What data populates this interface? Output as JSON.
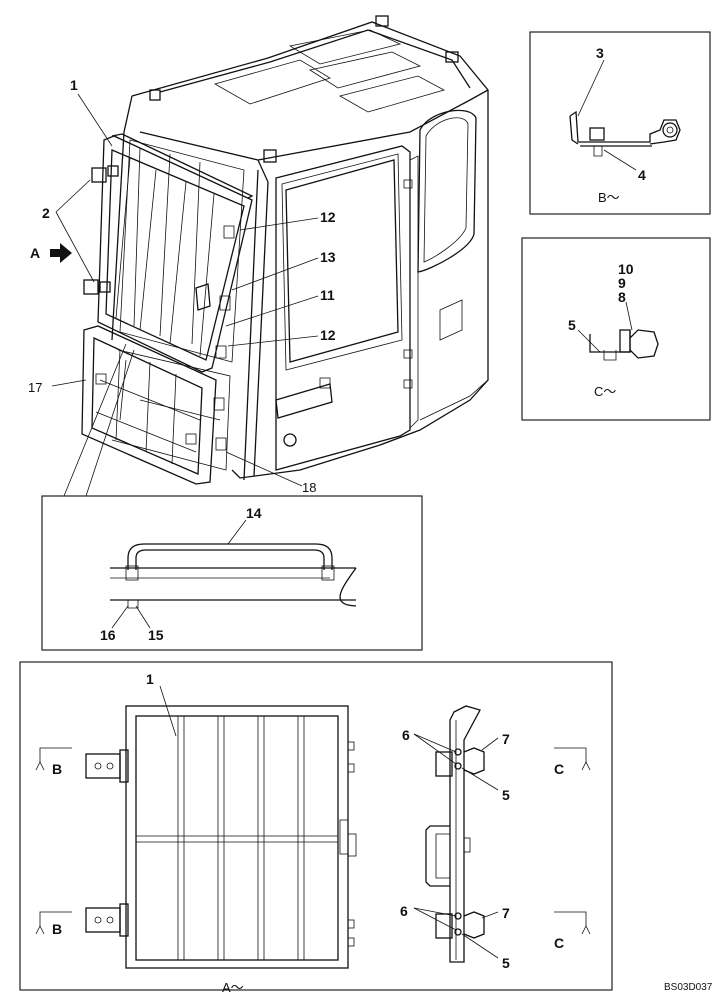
{
  "labels": {
    "main": {
      "n1": "1",
      "n2": "2",
      "n12a": "12",
      "n13": "13",
      "n11": "11",
      "n12b": "12",
      "n17": "17",
      "n18": "18",
      "arrowA": "A"
    },
    "detailB": {
      "n3": "3",
      "n4": "4",
      "caption": "B～"
    },
    "detailC": {
      "n10": "10",
      "n9": "9",
      "n8": "8",
      "n5": "5",
      "caption": "C～"
    },
    "handle": {
      "n14": "14",
      "n16": "16",
      "n15": "15"
    },
    "viewA": {
      "n1": "1",
      "b_top": "B",
      "b_bottom": "B",
      "c_top": "C",
      "c_bottom": "C",
      "n6a": "6",
      "n7a": "7",
      "n5a": "5",
      "n6b": "6",
      "n7b": "7",
      "n5b": "5",
      "caption": "A～"
    },
    "drawing_code": "BS03D037"
  },
  "colors": {
    "line": "#111111",
    "background": "#ffffff"
  },
  "icons": {
    "view-arrow": "arrow-right-icon"
  }
}
